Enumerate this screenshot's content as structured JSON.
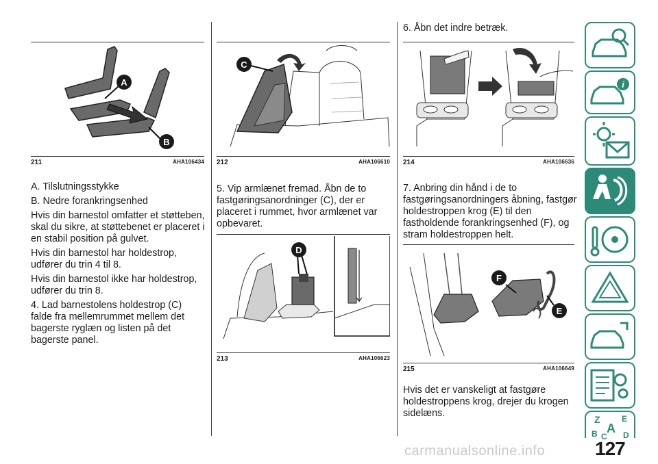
{
  "figures": [
    {
      "number": "211",
      "code": "AHA106434"
    },
    {
      "number": "212",
      "code": "AHA106610"
    },
    {
      "number": "213",
      "code": "AHA106623"
    },
    {
      "number": "214",
      "code": "AHA106636"
    },
    {
      "number": "215",
      "code": "AHA106649"
    }
  ],
  "labels": {
    "a": "A",
    "b": "B",
    "c": "C",
    "d": "D",
    "e": "E",
    "f": "F"
  },
  "column1": {
    "paragraphs": [
      "A. Tilslutningsstykke",
      "B. Nedre forankringsenhed",
      "Hvis din barnestol omfatter et støtteben, skal du sikre, at støttebenet er placeret i en stabil position på gulvet.",
      "Hvis din barnestol har holdestrop, udfører du trin 4 til 8.",
      "Hvis din barnestol ikke har holdestrop, udfører du trin 8.",
      "4. Lad barnestolens holdestrop (C) falde fra mellemrummet mellem det bagerste ryglæn og listen på det bagerste panel."
    ]
  },
  "column2": {
    "paragraphs": [
      "5. Vip armlænet fremad. Åbn de to fastgøringsanordninger (C), der er placeret i rummet, hvor armlænet var opbevaret."
    ]
  },
  "column3": {
    "heading": "6. Åbn det indre betræk.",
    "step7": "7. Anbring din hånd i de to fastgøringsanordningers åbning, fastgør holdestroppen krog (E) til den fastholdende forankringsenhed (F), og stram holdestroppen helt.",
    "closing": "Hvis det er vanskeligt at fastgøre holdestroppens krog, drejer du krogen sidelæns."
  },
  "sidebar": {
    "tabs": [
      {
        "icon": "car-search-icon"
      },
      {
        "icon": "car-info-icon"
      },
      {
        "icon": "warning-light-message-icon"
      },
      {
        "icon": "airbag-seat-icon",
        "active": true
      },
      {
        "icon": "steering-wheel-key-icon"
      },
      {
        "icon": "warning-triangle-icon"
      },
      {
        "icon": "car-service-icon"
      },
      {
        "icon": "technical-data-icon"
      },
      {
        "icon": "alphabetical-index-icon"
      }
    ],
    "index_letters": [
      "Z",
      "E",
      "A",
      "B",
      "C",
      "D"
    ]
  },
  "page_number": "127",
  "watermark": "carmanualsonline.info",
  "colors": {
    "accent": "#2d8a78",
    "illustration_fill": "#6a6a6a",
    "label_badge": "#1a1a1a"
  }
}
